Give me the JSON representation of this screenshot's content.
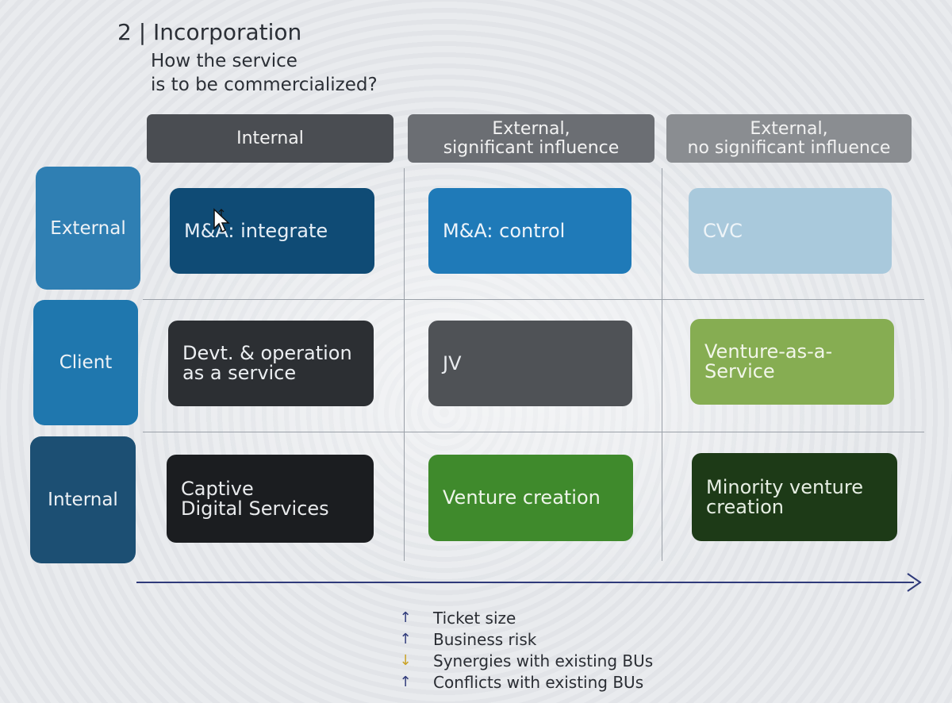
{
  "header": {
    "title": "2 | Incorporation",
    "subtitle": "How the service\nis to be commercialized?"
  },
  "columns": [
    {
      "label": "Internal",
      "color": "#4a4d52"
    },
    {
      "label": "External,\nsignificant influence",
      "color": "#6b6e73"
    },
    {
      "label": "External,\nno significant influence",
      "color": "#8a8d91"
    }
  ],
  "rows": [
    {
      "label": "External",
      "color": "#2f7fb3"
    },
    {
      "label": "Client",
      "color": "#1f77ae"
    },
    {
      "label": "Internal",
      "color": "#1c4f73"
    }
  ],
  "cells": [
    {
      "label": "M&A: integrate",
      "bg": "#0f4b75",
      "fg": "#e6eef6"
    },
    {
      "label": "M&A: control",
      "bg": "#1f7ab8",
      "fg": "#eef4fa"
    },
    {
      "label": "CVC",
      "bg": "#a9c9dc",
      "fg": "#eef4f8"
    },
    {
      "label": "Devt. & operation\nas a service",
      "bg": "#2c2f33",
      "fg": "#eceff2"
    },
    {
      "label": "JV",
      "bg": "#4f5256",
      "fg": "#e9ecef"
    },
    {
      "label": "Venture-as-a-\nService",
      "bg": "#86ad52",
      "fg": "#f2f6ea"
    },
    {
      "label": "Captive\nDigital Services",
      "bg": "#1b1d20",
      "fg": "#e8eaec"
    },
    {
      "label": "Venture creation",
      "bg": "#3f8a2c",
      "fg": "#eef5e9"
    },
    {
      "label": "Minority venture\ncreation",
      "bg": "#1d3a17",
      "fg": "#e6eee3"
    }
  ],
  "legend": [
    {
      "arrow": "↑",
      "label": "Ticket size",
      "arrow_color": "#2f3a7a"
    },
    {
      "arrow": "↑",
      "label": "Business risk",
      "arrow_color": "#2f3a7a"
    },
    {
      "arrow": "↓",
      "label": "Synergies with existing BUs",
      "arrow_color": "#c9a227"
    },
    {
      "arrow": "↑",
      "label": "Conflicts with existing BUs",
      "arrow_color": "#2f3a7a"
    }
  ],
  "icons": {
    "cursor": "move-cursor-icon",
    "axis": "arrow-right-icon"
  }
}
